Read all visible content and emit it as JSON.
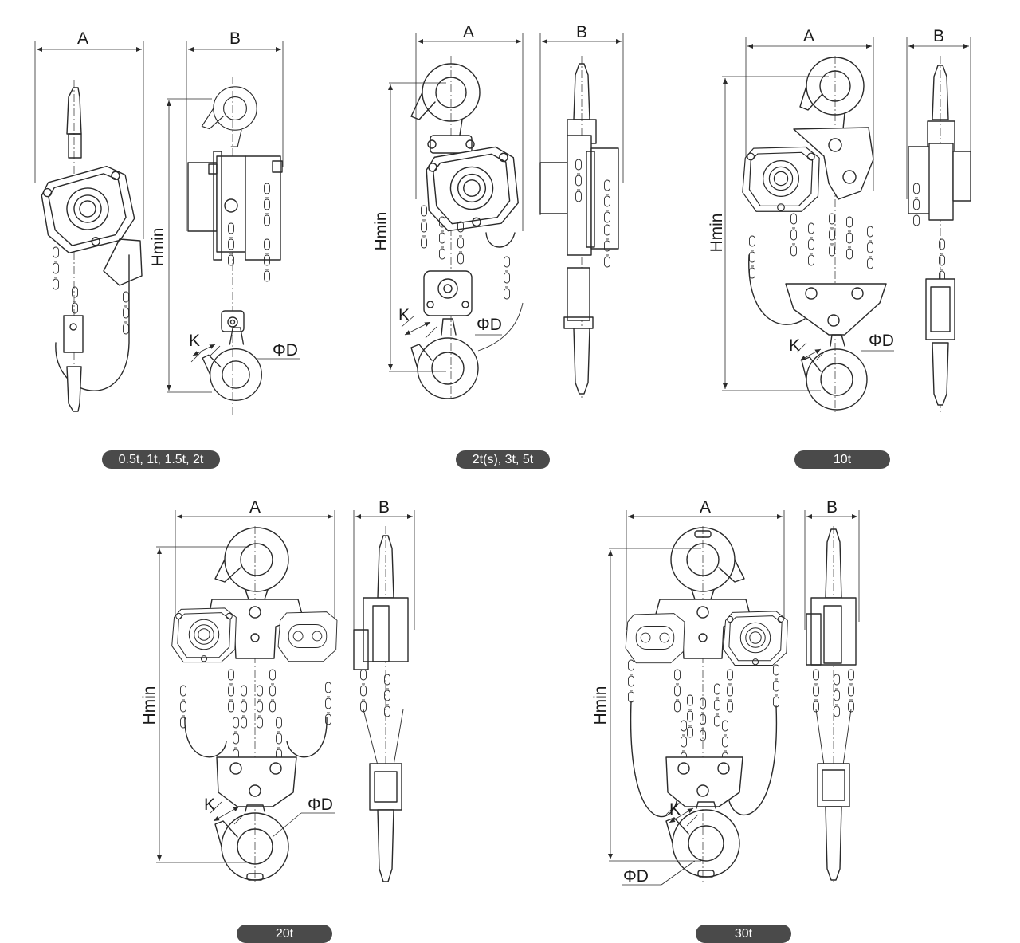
{
  "colors": {
    "line": "#2a2a2a",
    "caption_bg": "#4a4a4a",
    "caption_text": "#ffffff",
    "background": "#ffffff"
  },
  "labels": {
    "width_a": "A",
    "width_b": "B",
    "height_min": "Hmin",
    "hook_k": "K",
    "hook_d": "ΦD"
  },
  "drawings": [
    {
      "id": "d1",
      "caption": "0.5t, 1t, 1.5t, 2t"
    },
    {
      "id": "d2",
      "caption": "2t(s), 3t, 5t"
    },
    {
      "id": "d3",
      "caption": "10t"
    },
    {
      "id": "d4",
      "caption": "20t"
    },
    {
      "id": "d5",
      "caption": "30t"
    }
  ]
}
